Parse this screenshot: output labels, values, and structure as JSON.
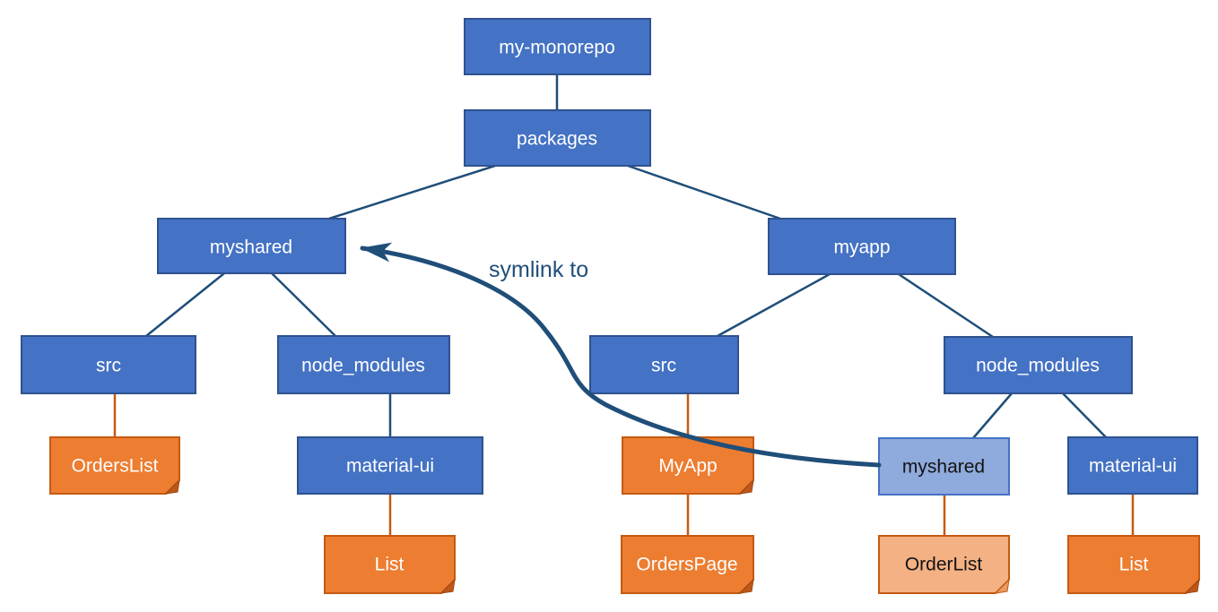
{
  "nodes": {
    "my_monorepo": "my-monorepo",
    "packages": "packages",
    "myshared_left": "myshared",
    "myapp": "myapp",
    "src_left": "src",
    "node_modules_left": "node_modules",
    "orders_list": "OrdersList",
    "material_ui_left": "material-ui",
    "list_left": "List",
    "src_right": "src",
    "my_app": "MyApp",
    "orders_page": "OrdersPage",
    "node_modules_right": "node_modules",
    "myshared_symlink": "myshared",
    "order_list": "OrderList",
    "material_ui_right": "material-ui",
    "list_right": "List"
  },
  "annotations": {
    "symlink_label": "symlink to"
  },
  "colors": {
    "node_blue_fill": "#4472C4",
    "node_blue_border": "#2F528F",
    "node_light_blue_fill": "#8FAADC",
    "note_orange_fill": "#ED7D31",
    "note_orange_border": "#C55A11",
    "note_light_orange_fill": "#F4B183",
    "edge_navy": "#1F4E79",
    "edge_orange": "#C55A11",
    "label_text_light": "#FFFFFF",
    "label_text_dark": "#141414",
    "symlink_text": "#1F4E79"
  }
}
